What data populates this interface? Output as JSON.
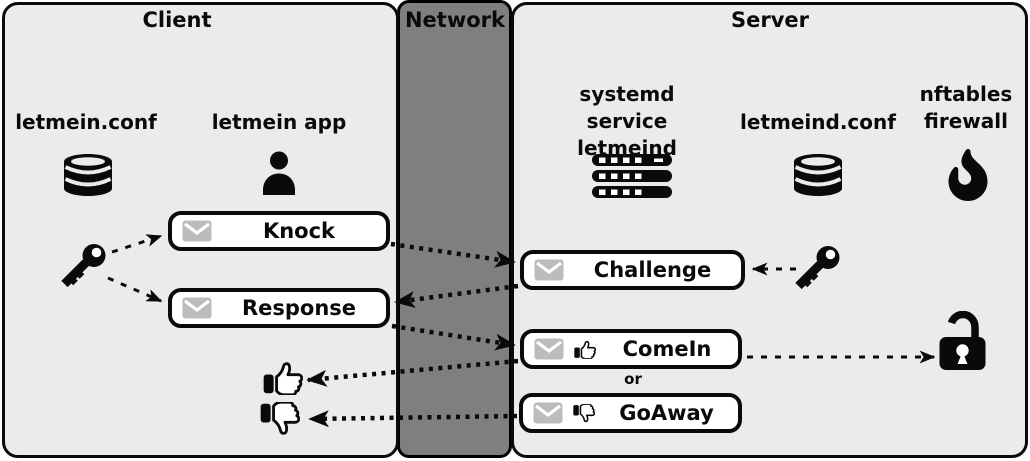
{
  "client": {
    "title": "Client",
    "config_label": "letmein.conf",
    "config_icon": "database-icon",
    "app_label": "letmein app",
    "app_icon": "person-icon",
    "key_icon": "key-icon",
    "approve_icon": "thumbs-up-icon",
    "reject_icon": "thumbs-down-icon"
  },
  "network": {
    "title": "Network"
  },
  "server": {
    "title": "Server",
    "service_label_line1": "systemd service",
    "service_label_line2": "letmeind",
    "service_icon": "server-rack-icon",
    "config_label": "letmeind.conf",
    "config_icon": "database-icon",
    "firewall_label_line1": "nftables",
    "firewall_label_line2": "firewall",
    "firewall_icon": "fire-icon",
    "key_icon": "key-icon",
    "unlock_icon": "open-padlock-icon"
  },
  "messages": {
    "knock": "Knock",
    "challenge": "Challenge",
    "response": "Response",
    "comein": "ComeIn",
    "or_label": "or",
    "goaway": "GoAway",
    "envelope_icon": "envelope-icon"
  },
  "flows": [
    {
      "from": "client-key",
      "to": "knock-message",
      "style": "dashed"
    },
    {
      "from": "client-key",
      "to": "response-message",
      "style": "dashed"
    },
    {
      "from": "knock-message",
      "to": "challenge-message",
      "style": "dotted"
    },
    {
      "from": "challenge-message",
      "to": "response-message",
      "style": "dotted"
    },
    {
      "from": "response-message",
      "to": "comein-message",
      "style": "dotted"
    },
    {
      "from": "comein-message",
      "to": "client-thumbs-up",
      "style": "dotted"
    },
    {
      "from": "goaway-message",
      "to": "client-thumbs-down",
      "style": "dotted"
    },
    {
      "from": "server-key",
      "to": "challenge-message",
      "style": "dashed"
    },
    {
      "from": "comein-message",
      "to": "firewall-open-padlock",
      "style": "dashed"
    }
  ],
  "colors": {
    "panel_bg": "#ebebeb",
    "network_bg": "#7f7f7f",
    "ink": "#0a0a0a",
    "message_bg": "#ffffff",
    "envelope": "#bcbcbc"
  }
}
